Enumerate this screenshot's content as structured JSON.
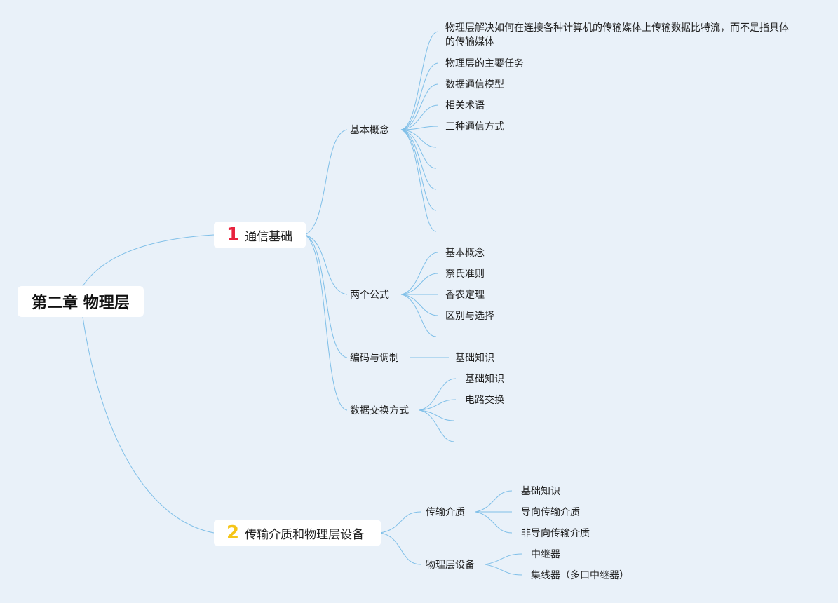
{
  "root": {
    "label": "第二章 物理层"
  },
  "branches": [
    {
      "number": "1",
      "label": "通信基础",
      "children": [
        {
          "label": "基本概念",
          "children": [
            "物理层解决如何在连接各种计算机的传输媒体上传输数据比特流，而不是指具体的传输媒体",
            "物理层的主要任务",
            "数据通信模型",
            "相关术语",
            "三种通信方式"
          ]
        },
        {
          "label": "两个公式",
          "children": [
            "基本概念",
            "奈氏准则",
            "香农定理",
            "区别与选择"
          ]
        },
        {
          "label": "编码与调制",
          "children": [
            "基础知识"
          ]
        },
        {
          "label": "数据交换方式",
          "children": [
            "基础知识",
            "电路交换"
          ]
        }
      ]
    },
    {
      "number": "2",
      "label": "传输介质和物理层设备",
      "children": [
        {
          "label": "传输介质",
          "children": [
            "基础知识",
            "导向传输介质",
            "非导向传输介质"
          ]
        },
        {
          "label": "物理层设备",
          "children": [
            "中继器",
            "集线器（多口中继器）"
          ]
        }
      ]
    }
  ],
  "colors": {
    "background": "#e9f1f9",
    "link": "#7fbfe8",
    "branch1_number": "#e8233e",
    "branch2_number": "#f5c518"
  }
}
